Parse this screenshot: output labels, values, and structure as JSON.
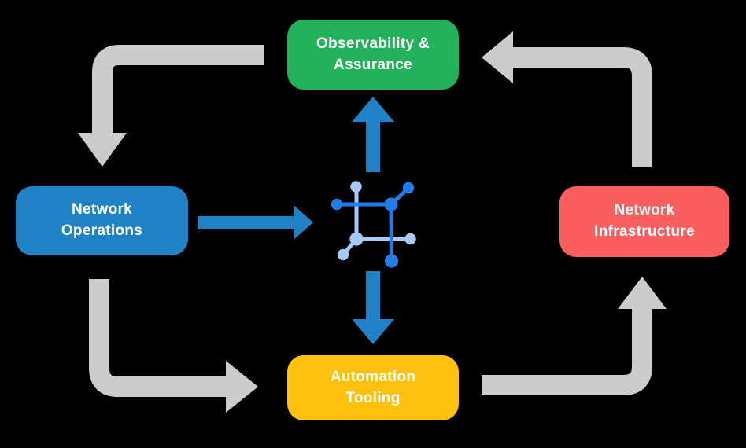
{
  "diagram": {
    "type": "cyclic-flow-diagram",
    "background_color": "#000000",
    "nodes": {
      "observability_assurance": {
        "label": "Observability &\nAssurance",
        "color": "#24B15B",
        "text_color": "#FFFFFF",
        "position": "top-center"
      },
      "network_operations": {
        "label": "Network\nOperations",
        "color": "#2082C6",
        "text_color": "#FFFFFF",
        "position": "middle-left"
      },
      "network_infrastructure": {
        "label": "Network\nInfrastructure",
        "color": "#FA5E5E",
        "text_color": "#FFFFFF",
        "position": "middle-right"
      },
      "automation_tooling": {
        "label": "Automation\nTooling",
        "color": "#FEC10D",
        "text_color": "#FFFFFF",
        "position": "bottom-center"
      }
    },
    "center_icon": {
      "name": "network-automation-icon",
      "primary_color": "#1F7CE9",
      "secondary_color": "#A7C9F6"
    },
    "edges": [
      {
        "from": "observability_assurance",
        "to": "network_operations",
        "style": "gray-elbow"
      },
      {
        "from": "network_operations",
        "to": "automation_tooling",
        "style": "gray-elbow"
      },
      {
        "from": "automation_tooling",
        "to": "network_infrastructure",
        "style": "gray-elbow"
      },
      {
        "from": "network_infrastructure",
        "to": "observability_assurance",
        "style": "gray-elbow"
      },
      {
        "from": "network_operations",
        "to": "center_icon",
        "style": "blue-straight"
      },
      {
        "from": "center_icon",
        "to": "observability_assurance",
        "style": "blue-straight"
      },
      {
        "from": "center_icon",
        "to": "automation_tooling",
        "style": "blue-straight"
      }
    ],
    "arrow_colors": {
      "gray": "#CCCCCC",
      "blue": "#2082C6"
    }
  }
}
